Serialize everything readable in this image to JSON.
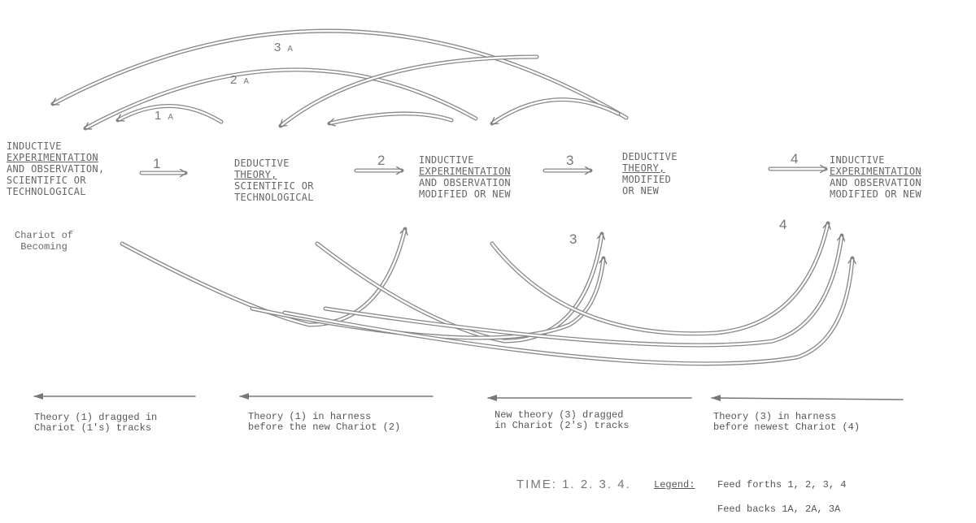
{
  "stages": [
    {
      "line1": "INDUCTIVE",
      "line2": "EXPERIMENTATION",
      "line3": "AND OBSERVATION,",
      "line4": "SCIENTIFIC OR",
      "line5": "TECHNOLOGICAL"
    },
    {
      "line1": "DEDUCTIVE",
      "line2": "THEORY,",
      "line3": "SCIENTIFIC OR",
      "line4": "TECHNOLOGICAL"
    },
    {
      "line1": "INDUCTIVE",
      "line2": "EXPERIMENTATION",
      "line3": "AND OBSERVATION",
      "line4": "MODIFIED OR NEW"
    },
    {
      "line1": "DEDUCTIVE",
      "line2": "THEORY,",
      "line3": "MODIFIED",
      "line4": "OR NEW"
    },
    {
      "line1": "INDUCTIVE",
      "line2": "EXPERIMENTATION",
      "line3": "AND OBSERVATION",
      "line4": "MODIFIED OR NEW"
    }
  ],
  "feedforth_labels": [
    "1",
    "2",
    "3",
    "4"
  ],
  "lower_labels": [
    "3",
    "4"
  ],
  "feedback_labels": [
    {
      "num": "1",
      "suffix": "A"
    },
    {
      "num": "2",
      "suffix": "A"
    },
    {
      "num": "3",
      "suffix": "A"
    }
  ],
  "chariot": {
    "line1": "Chariot of",
    "line2": "Becoming"
  },
  "captions": [
    {
      "line1": "Theory (1) dragged in",
      "line2": "Chariot (1's) tracks"
    },
    {
      "line1": "Theory (1) in harness",
      "line2": "before the new Chariot (2)"
    },
    {
      "line1": "New theory (3) dragged",
      "line2": "in Chariot (2's) tracks"
    },
    {
      "line1": "Theory (3) in harness",
      "line2": "before newest Chariot (4)"
    }
  ],
  "time": "TIME: 1. 2. 3. 4.",
  "legend": {
    "title": "Legend:",
    "feedforths": "Feed forths  1, 2, 3, 4",
    "feedbacks": "Feed backs 1A, 2A, 3A"
  }
}
